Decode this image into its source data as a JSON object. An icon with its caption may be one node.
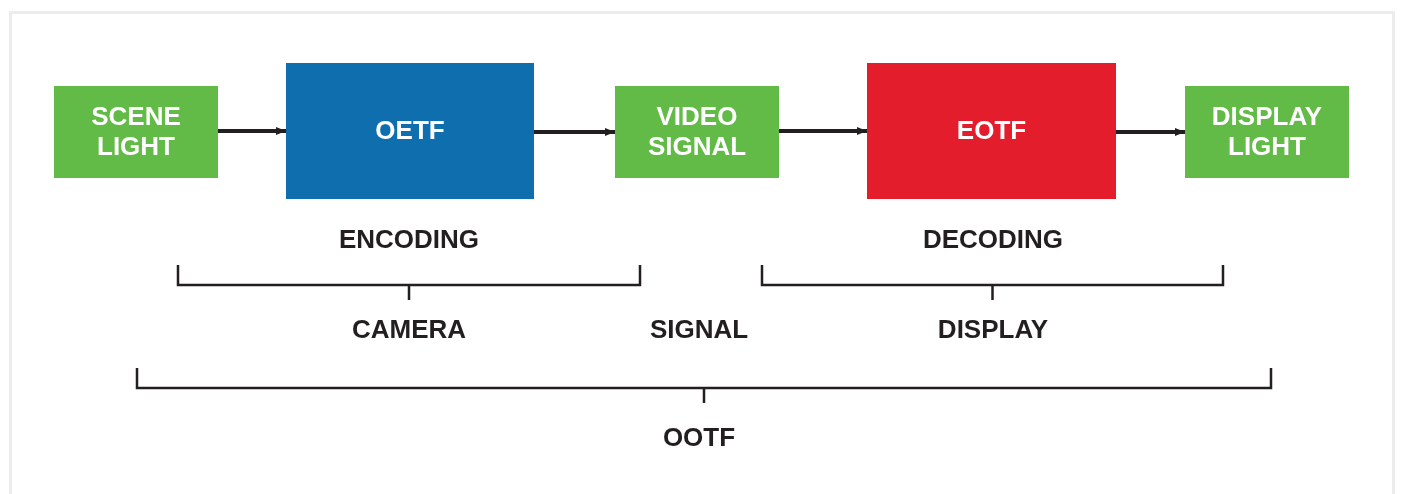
{
  "diagram": {
    "nodes": [
      {
        "text": [
          "SCENE LIGHT"
        ]
      },
      {
        "text": [
          "OETF"
        ]
      },
      {
        "text": [
          "VIDEO SIGNAL"
        ]
      },
      {
        "text": [
          "EOTF"
        ]
      },
      {
        "text": [
          "DISPLAY LIGHT"
        ]
      }
    ],
    "edges": [
      {
        "from": 0,
        "to": 1,
        "arrow": "to"
      },
      {
        "from": 1,
        "to": 2,
        "arrow": "to"
      },
      {
        "from": 2,
        "to": 3,
        "arrow": "to"
      },
      {
        "from": 3,
        "to": 4,
        "arrow": "to"
      }
    ],
    "labels": [
      "ENCODING",
      "DECODING",
      "CAMERA",
      "SIGNAL",
      "DISPLAY",
      "OOTF"
    ]
  }
}
